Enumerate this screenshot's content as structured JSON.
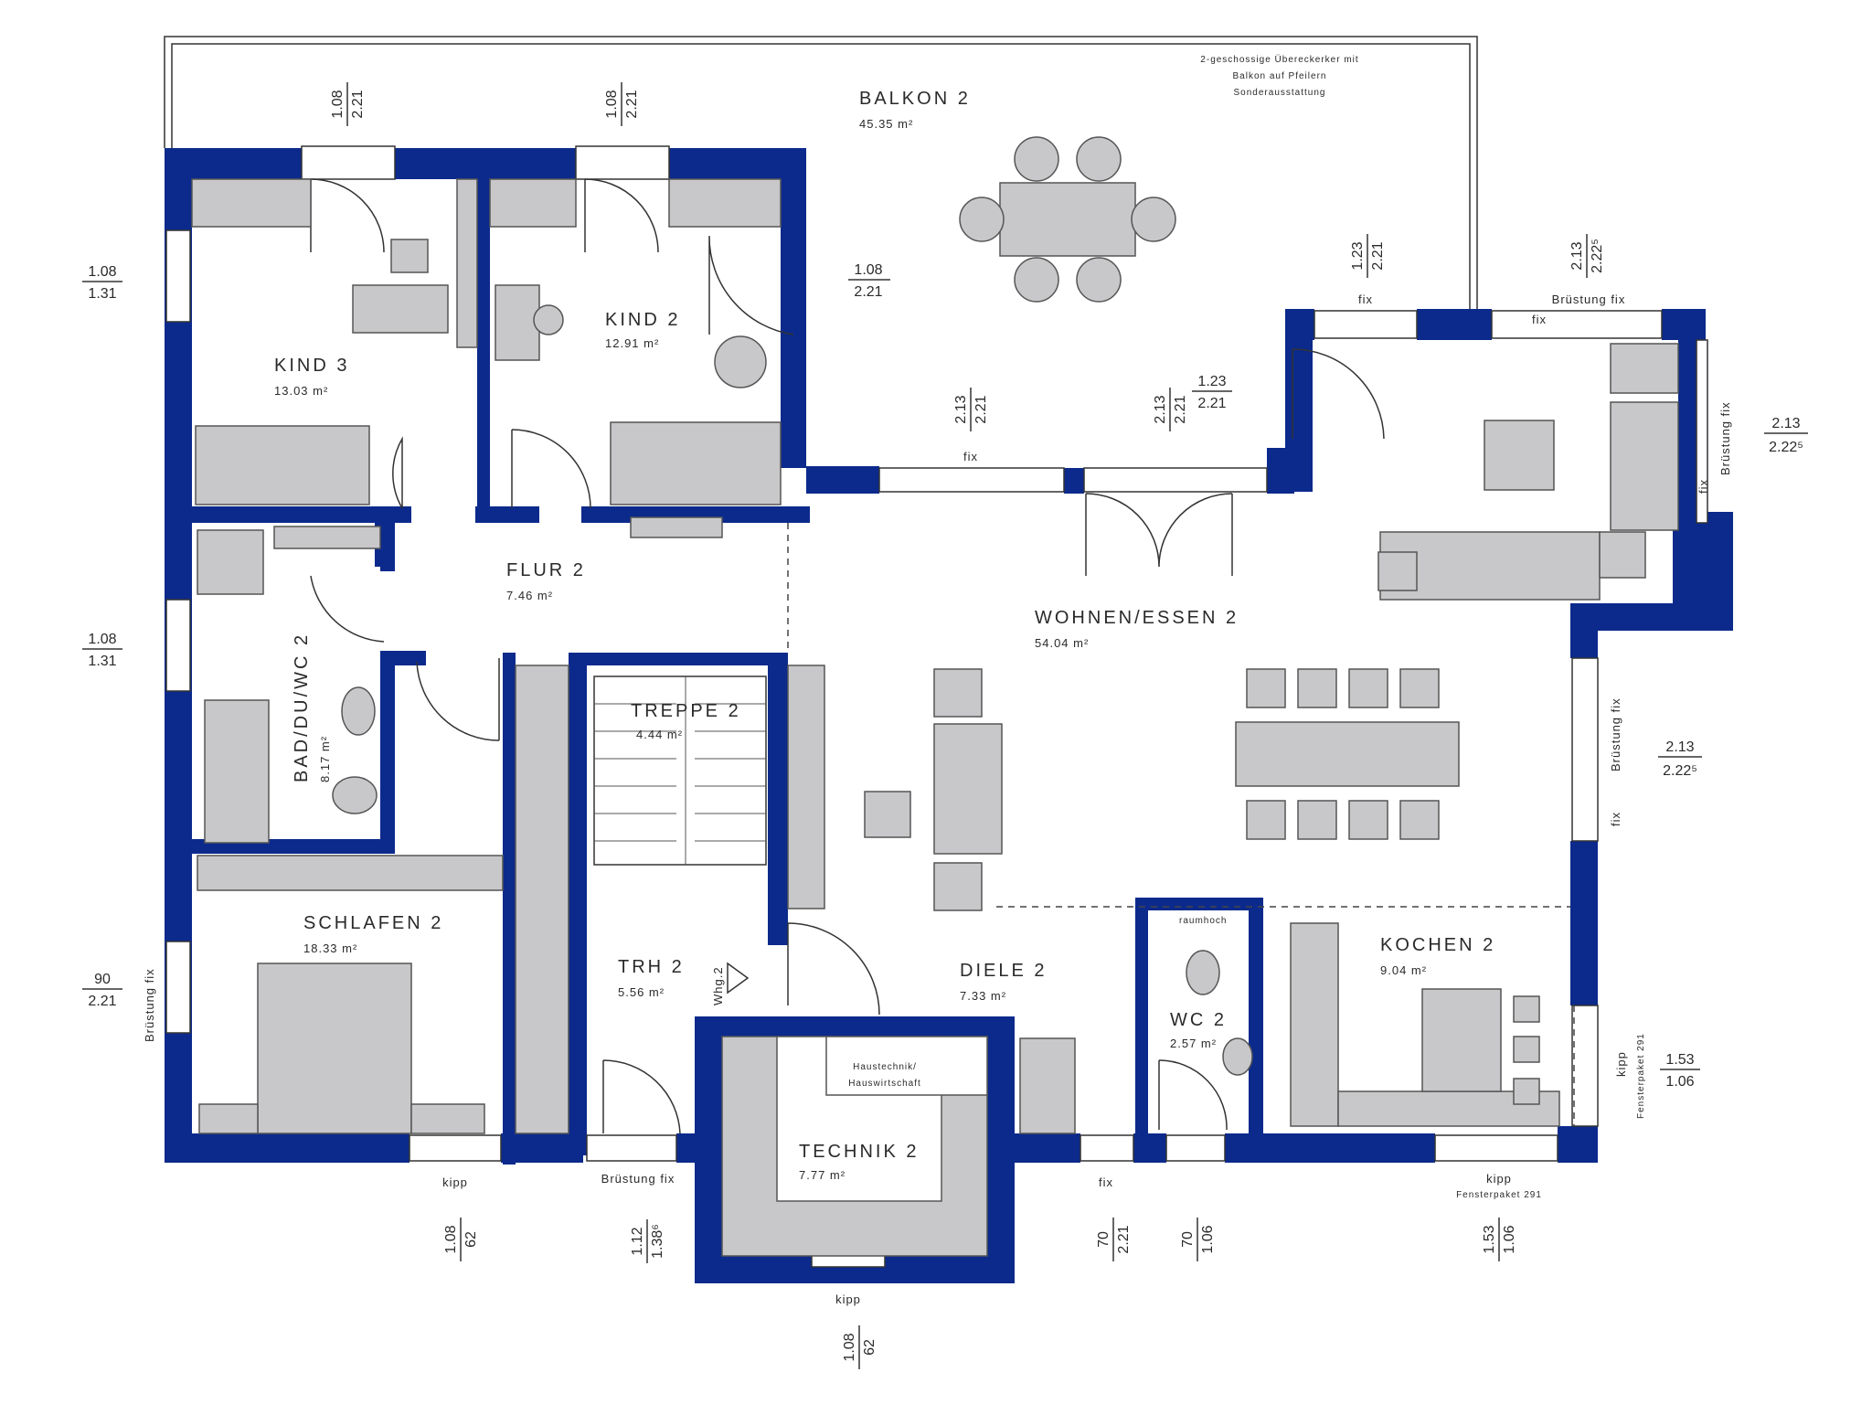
{
  "colors": {
    "wall": "#0b2a8c",
    "furniture": "#c8c8ca",
    "background": "#ffffff"
  },
  "rooms": [
    {
      "id": "balkon",
      "name": "BALKON 2",
      "area": "45.35 m²"
    },
    {
      "id": "kind3",
      "name": "KIND 3",
      "area": "13.03 m²"
    },
    {
      "id": "kind2",
      "name": "KIND 2",
      "area": "12.91 m²"
    },
    {
      "id": "flur",
      "name": "FLUR 2",
      "area": "7.46 m²"
    },
    {
      "id": "bad",
      "name": "BAD/DU/WC 2",
      "area": "8.17 m²"
    },
    {
      "id": "treppe",
      "name": "TREPPE 2",
      "area": "4.44 m²"
    },
    {
      "id": "wohnen",
      "name": "WOHNEN/ESSEN 2",
      "area": "54.04 m²"
    },
    {
      "id": "schlafen",
      "name": "SCHLAFEN 2",
      "area": "18.33 m²"
    },
    {
      "id": "trh",
      "name": "TRH 2",
      "area": "5.56 m²"
    },
    {
      "id": "diele",
      "name": "DIELE 2",
      "area": "7.33 m²"
    },
    {
      "id": "wc",
      "name": "WC 2",
      "area": "2.57 m²"
    },
    {
      "id": "kochen",
      "name": "KOCHEN 2",
      "area": "9.04 m²"
    },
    {
      "id": "technik",
      "name": "TECHNIK 2",
      "area": "7.77 m²"
    }
  ],
  "notes": {
    "erker_line1": "2-geschossige Übereckerker mit",
    "erker_line2": "Balkon auf Pfeilern",
    "erker_line3": "Sonderausstattung",
    "haustechnik_line1": "Haustechnik/",
    "haustechnik_line2": "Hauswirtschaft",
    "whg": "Whg.2",
    "raumhoch": "raumhoch"
  },
  "window_labels": {
    "fix_top1": "fix",
    "fix_top2": "fix",
    "bruestung_fix_top": "Brüstung fix",
    "fix_erker_right": "fix",
    "bruestung_fix_erker_right": "Brüstung fix",
    "fix_living": "fix",
    "bruestung_fix_right": "Brüstung fix",
    "fix_right": "fix",
    "kipp_right": "kipp",
    "fensterpaket_right": "Fensterpaket 291",
    "bruestung_fix_left": "Brüstung fix",
    "kipp_bottom1": "kipp",
    "bruestung_fix_bottom": "Brüstung fix",
    "kipp_technik": "kipp",
    "fix_bottom": "fix",
    "kipp_kochen": "kipp",
    "fensterpaket_bottom": "Fensterpaket 291"
  },
  "dimensions": {
    "top_kind3": {
      "top": "1.08",
      "bottom": "2.21"
    },
    "top_kind2": {
      "top": "1.08",
      "bottom": "2.21"
    },
    "kind2_side": {
      "top": "1.08",
      "bottom": "2.21"
    },
    "erker_top1": {
      "top": "1.23",
      "bottom": "2.21"
    },
    "erker_top2": {
      "top": "2.13",
      "bottom": "2.22⁵"
    },
    "living_1": {
      "top": "2.13",
      "bottom": "2.21"
    },
    "living_2": {
      "top": "2.13",
      "bottom": "2.21"
    },
    "living_3": {
      "top": "1.23",
      "bottom": "2.21"
    },
    "erker_right": {
      "top": "2.13",
      "bottom": "2.22⁵"
    },
    "right_mid": {
      "top": "2.13",
      "bottom": "2.22⁵"
    },
    "right_kochen": {
      "top": "1.53",
      "bottom": "1.06"
    },
    "left_kind3": {
      "top": "1.08",
      "bottom": "1.31"
    },
    "left_bad": {
      "top": "1.08",
      "bottom": "1.31"
    },
    "left_schlafen": {
      "top": "90",
      "bottom": "2.21"
    },
    "bottom_schlafen": {
      "top": "1.08",
      "bottom": "62"
    },
    "bottom_trh": {
      "top": "1.12",
      "bottom": "1.38⁶"
    },
    "bottom_technik": {
      "top": "1.08",
      "bottom": "62"
    },
    "bottom_diele": {
      "top": "70",
      "bottom": "2.21"
    },
    "bottom_wc": {
      "top": "70",
      "bottom": "1.06"
    },
    "bottom_kochen": {
      "top": "1.53",
      "bottom": "1.06"
    }
  }
}
